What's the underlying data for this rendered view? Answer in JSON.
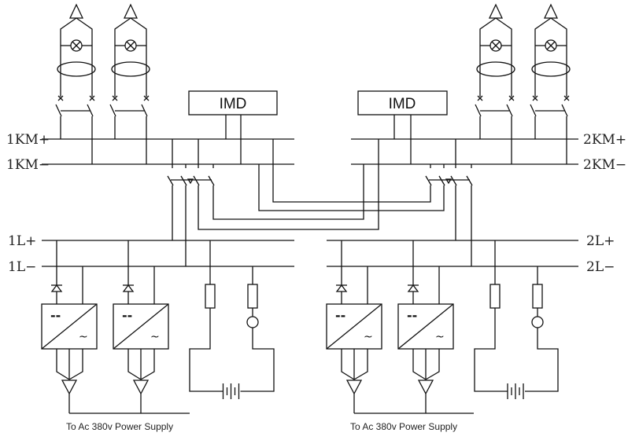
{
  "diagram": {
    "buses": {
      "km1_pos": "1KM+",
      "km1_neg": "1KM−",
      "km2_pos": "2KM+",
      "km2_neg": "2KM−",
      "l1_pos": "1L+",
      "l1_neg": "1L−",
      "l2_pos": "2L+",
      "l2_neg": "2L−"
    },
    "imd_left": "IMD",
    "imd_right": "IMD",
    "caption_left": "To Ac 380v Power Supply",
    "caption_right": "To Ac 380v Power Supply",
    "converter_dc_symbol": "--",
    "converter_ac_symbol": "~",
    "stroke_color": "#111111"
  }
}
